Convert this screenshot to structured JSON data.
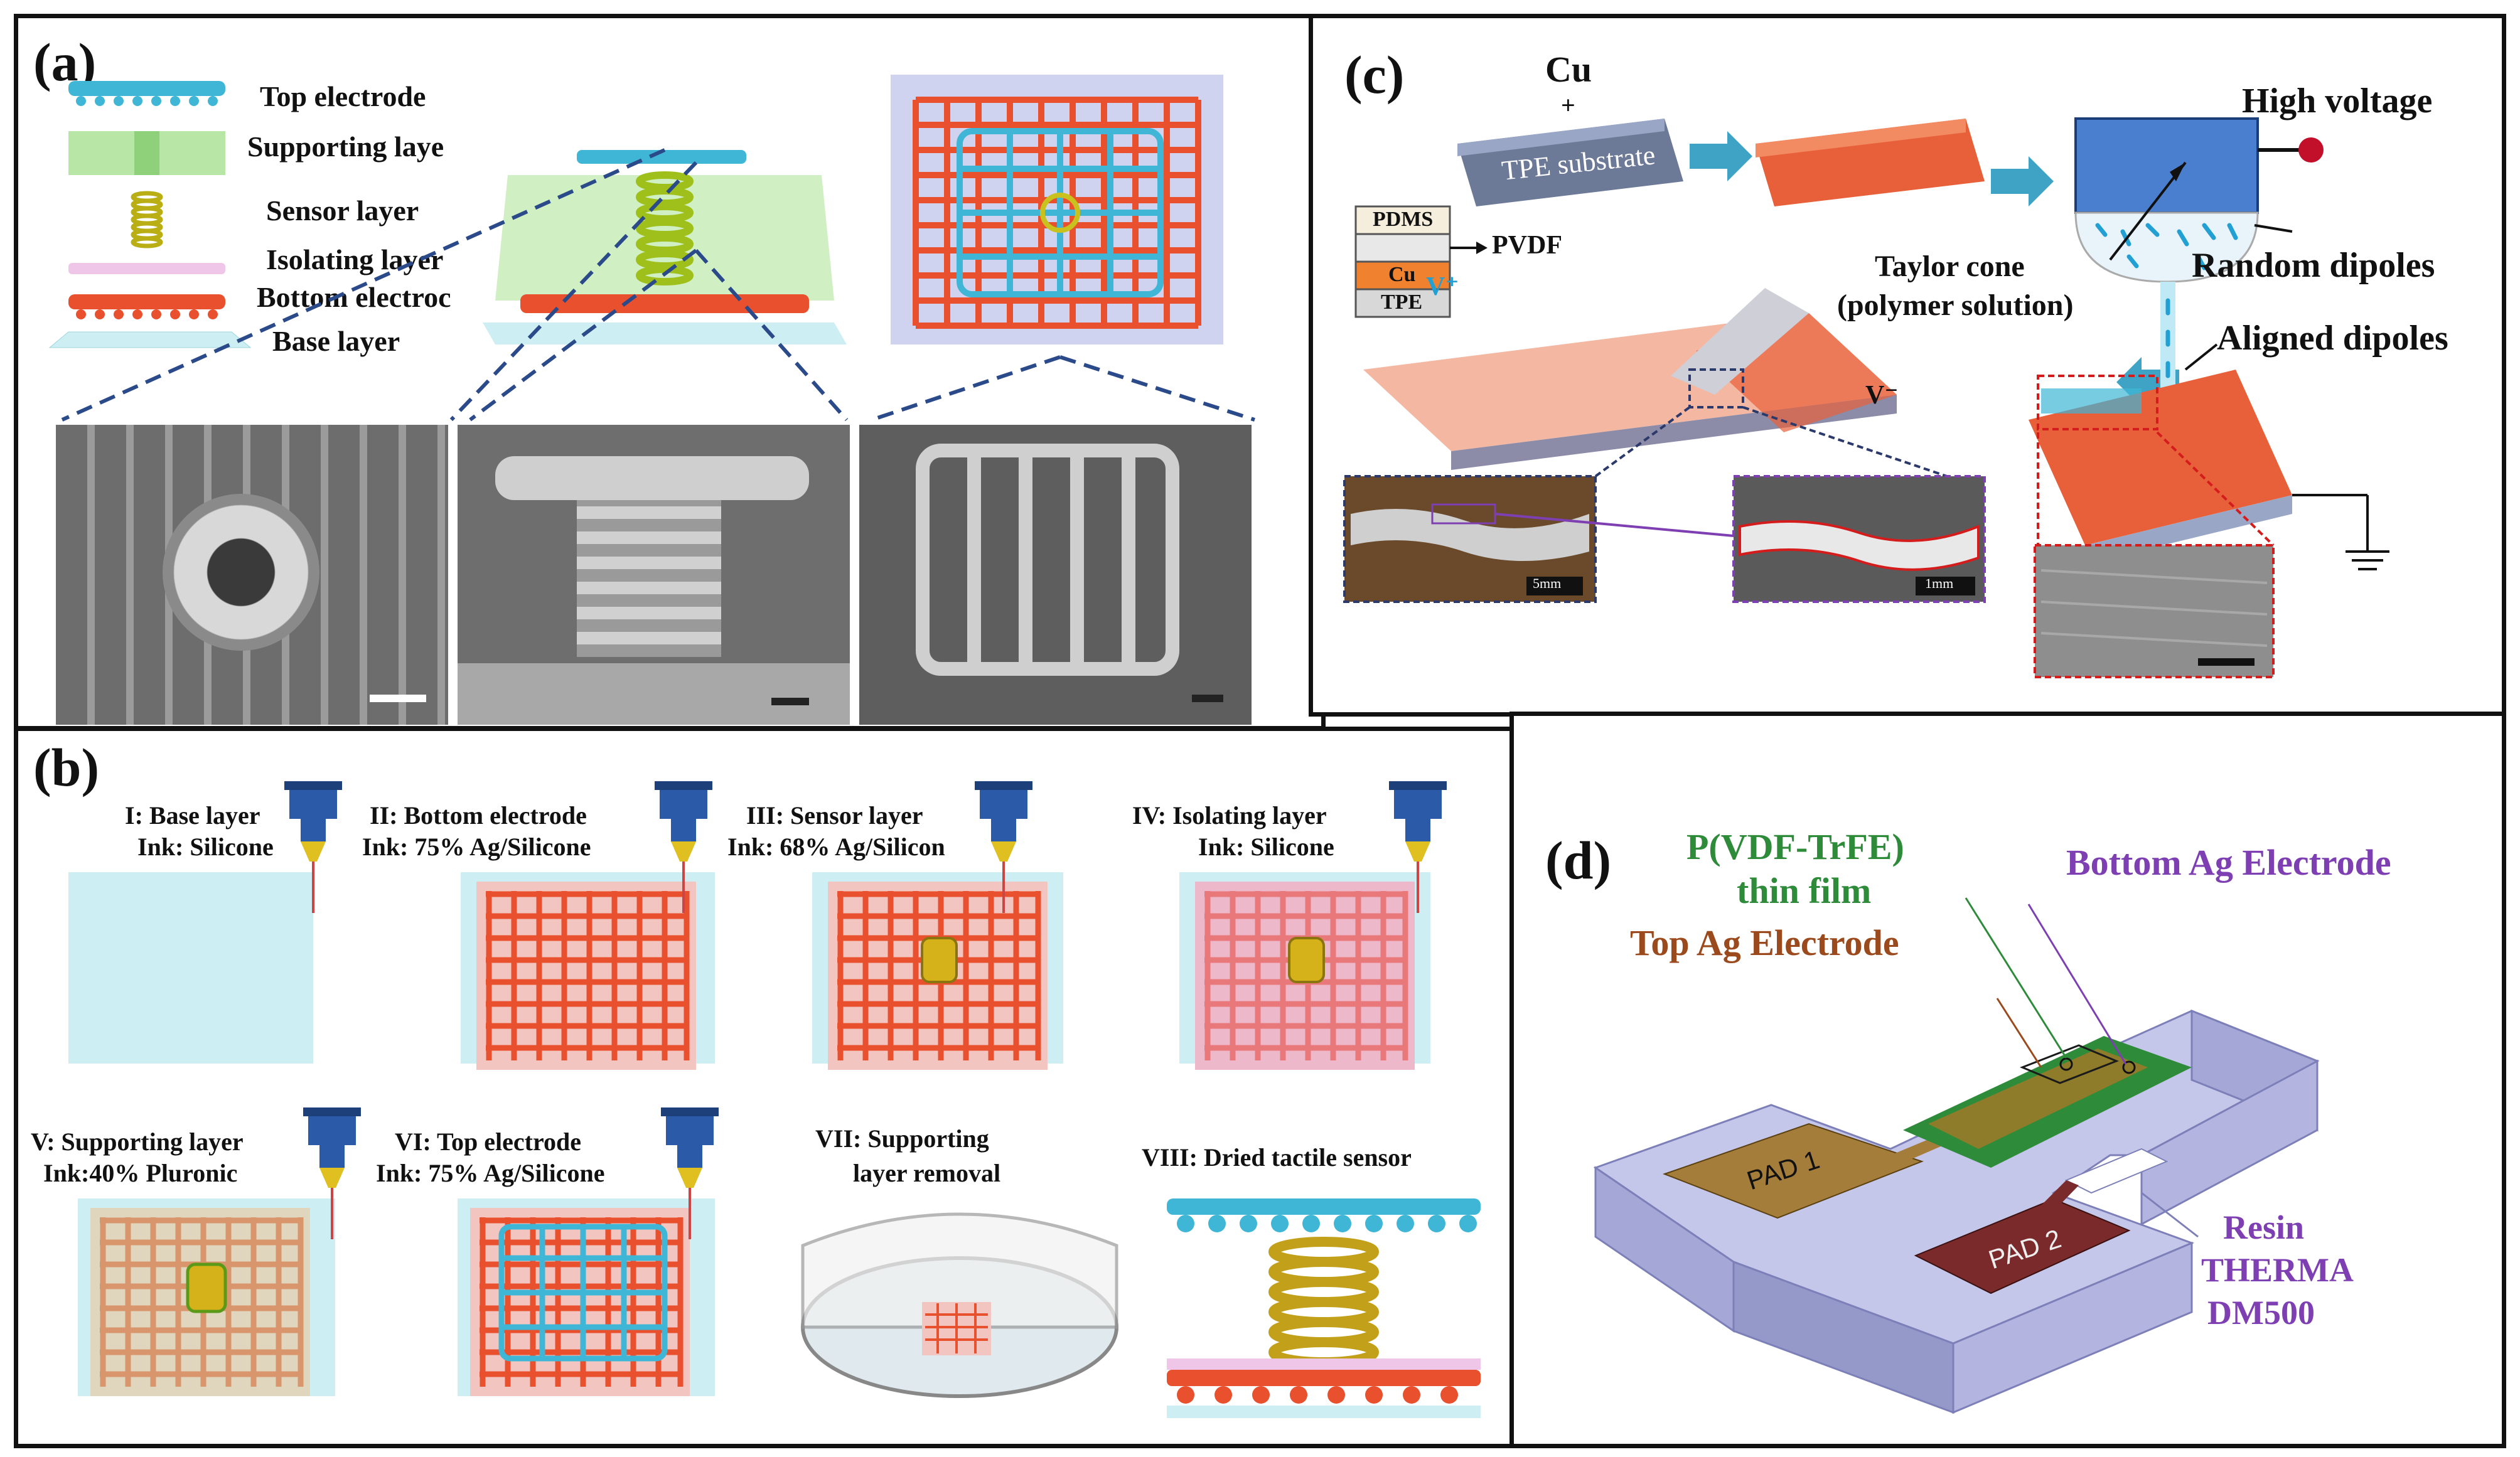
{
  "panels": {
    "a": {
      "label": "(a)",
      "layers": [
        "Top electrode",
        "Supporting laye",
        "Sensor layer",
        "Isolating layer",
        "Bottom electroc",
        "Base layer"
      ]
    },
    "b": {
      "label": "(b)",
      "steps": [
        {
          "title": "I: Base layer",
          "ink": "Ink: Silicone"
        },
        {
          "title": "II: Bottom electrode",
          "ink": "Ink: 75% Ag/Silicone"
        },
        {
          "title": "III: Sensor layer",
          "ink": "Ink: 68% Ag/Silicon"
        },
        {
          "title": "IV: Isolating layer",
          "ink": "Ink: Silicone"
        },
        {
          "title": "V: Supporting layer",
          "ink": "Ink:40% Pluronic"
        },
        {
          "title": "VI: Top electrode",
          "ink": "Ink: 75% Ag/Silicone"
        },
        {
          "title": "VII: Supporting",
          "ink": "layer removal"
        },
        {
          "title": "VIII: Dried tactile sensor",
          "ink": ""
        }
      ]
    },
    "c": {
      "label": "(c)",
      "cu": "Cu",
      "plus": "+",
      "tpe_substrate": "TPE substrate",
      "stack": [
        "PDMS",
        "",
        "Cu",
        "TPE"
      ],
      "pvdf": "PVDF",
      "v_plus": "V⁺",
      "v_minus": "V⁻",
      "taylor_cone": "Taylor cone",
      "polymer_solution": "(polymer solution)",
      "high_voltage": "High voltage",
      "random_dipoles": "Random dipoles",
      "aligned_dipoles": "Aligned dipoles",
      "scale_5mm": "5mm",
      "scale_1mm": "1mm"
    },
    "d": {
      "label": "(d)",
      "film_line1": "P(VDF-TrFE)",
      "film_line2": "thin film",
      "bottom_electrode": "Bottom Ag Electrode",
      "top_electrode": "Top Ag Electrode",
      "pad1": "PAD 1",
      "pad2": "PAD 2",
      "resin1": "Resin",
      "resin2": "THERMA",
      "resin3": "DM500"
    }
  },
  "colors": {
    "electrode_red": "#e8502e",
    "electrode_blue": "#3fb6d6",
    "support_green": "#b8e6a6",
    "sensor_yellow": "#c8c11e",
    "base_cyan": "#cdeef2",
    "film_green": "#2e8b3a",
    "label_purple": "#7d3fb1",
    "label_brown": "#9a4a1c",
    "resin_lavender": "#b7b9e3"
  }
}
